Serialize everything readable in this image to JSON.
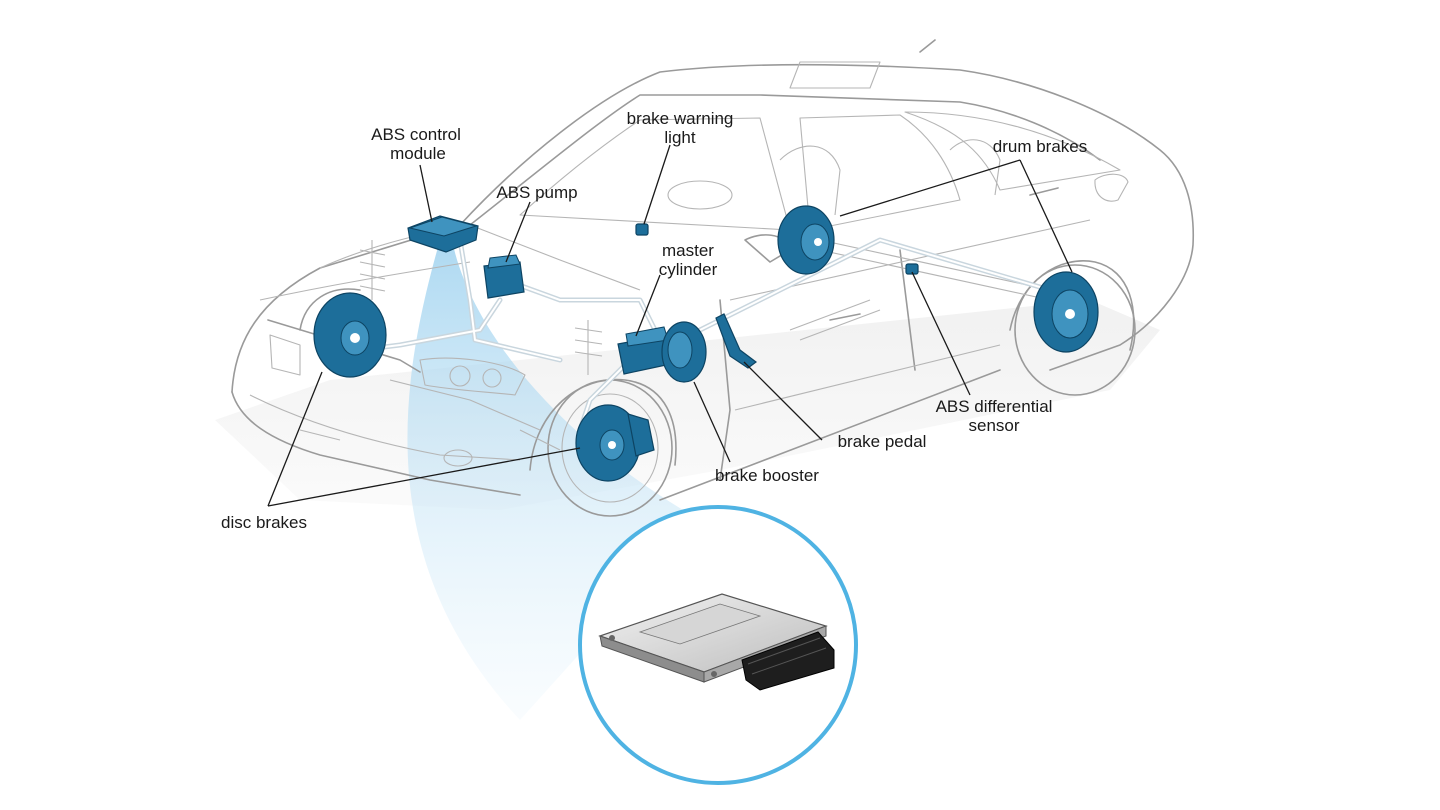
{
  "labels": {
    "abs_control_module_1": "ABS control",
    "abs_control_module_2": "module",
    "brake_warning_light_1": "brake warning",
    "brake_warning_light_2": "light",
    "abs_pump": "ABS pump",
    "master_cylinder_1": "master",
    "master_cylinder_2": "cylinder",
    "drum_brakes": "drum brakes",
    "abs_differential_sensor_1": "ABS differential",
    "abs_differential_sensor_2": "sensor",
    "brake_pedal": "brake pedal",
    "brake_booster": "brake booster",
    "disc_brakes": "disc brakes"
  },
  "colors": {
    "part_blue": "#1d6e9a",
    "callout_ring": "#4fb3e3",
    "body_outline": "#9a9a9a"
  }
}
